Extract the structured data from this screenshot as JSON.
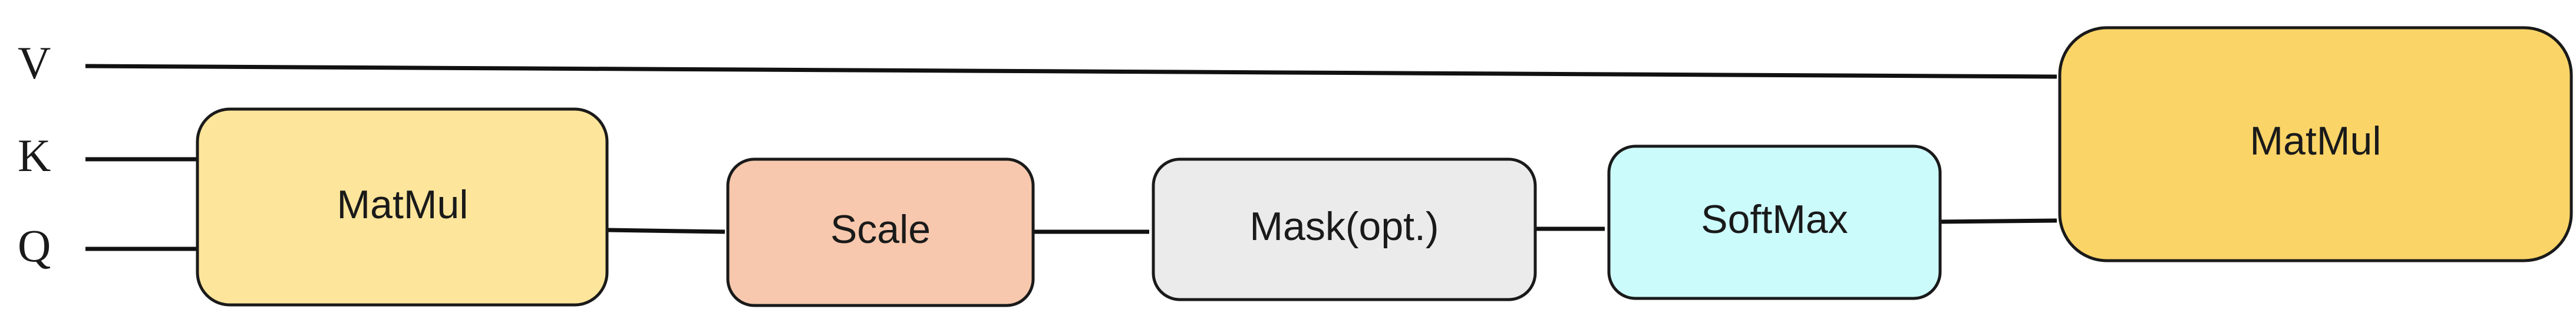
{
  "inputs": {
    "v": "V",
    "k": "K",
    "q": "Q"
  },
  "nodes": {
    "matmul_1": {
      "label": "MatMul",
      "color": "#FDE59B"
    },
    "scale": {
      "label": "Scale",
      "color": "#F7C8AD"
    },
    "mask": {
      "label": "Mask(opt.)",
      "color": "#EBEBEB"
    },
    "softmax": {
      "label": "SoftMax",
      "color": "#CCFBFC"
    },
    "matmul_2": {
      "label": "MatMul",
      "color": "#FAD467"
    }
  }
}
